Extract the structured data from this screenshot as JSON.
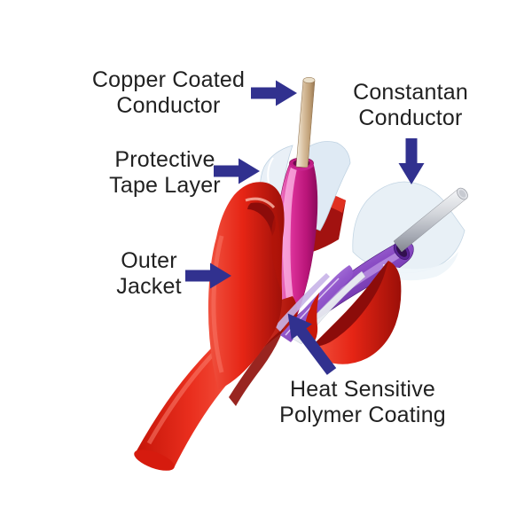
{
  "page": {
    "background": "#ffffff",
    "description": "Cutaway diagram of a heat-detection thermocouple cable with labeled construction layers"
  },
  "colors": {
    "arrow": "#31318f",
    "label_text": "#212121",
    "outer_jacket_red": "#e5271a",
    "jacket_inner_shadow": "#8c0c0a",
    "copper_insulation_pink": "#d93aa4",
    "constantan_insulation_purple": "#7b3cb4",
    "protective_tape_clear": "#e7eff6",
    "copper_metal": "#cdb392",
    "constantan_metal": "#c3c6cc"
  },
  "labels": {
    "copper": {
      "line1": "Copper Coated",
      "line2": "Conductor",
      "arrow": "right"
    },
    "constantan": {
      "line1": "Constantan",
      "line2": "Conductor",
      "arrow": "down"
    },
    "tape": {
      "line1": "Protective",
      "line2": "Tape Layer",
      "arrow": "right"
    },
    "jacket": {
      "line1": "Outer",
      "line2": "Jacket",
      "arrow": "right"
    },
    "heat": {
      "line1": "Heat Sensitive",
      "line2": "Polymer Coating",
      "arrow": "up-left"
    }
  }
}
